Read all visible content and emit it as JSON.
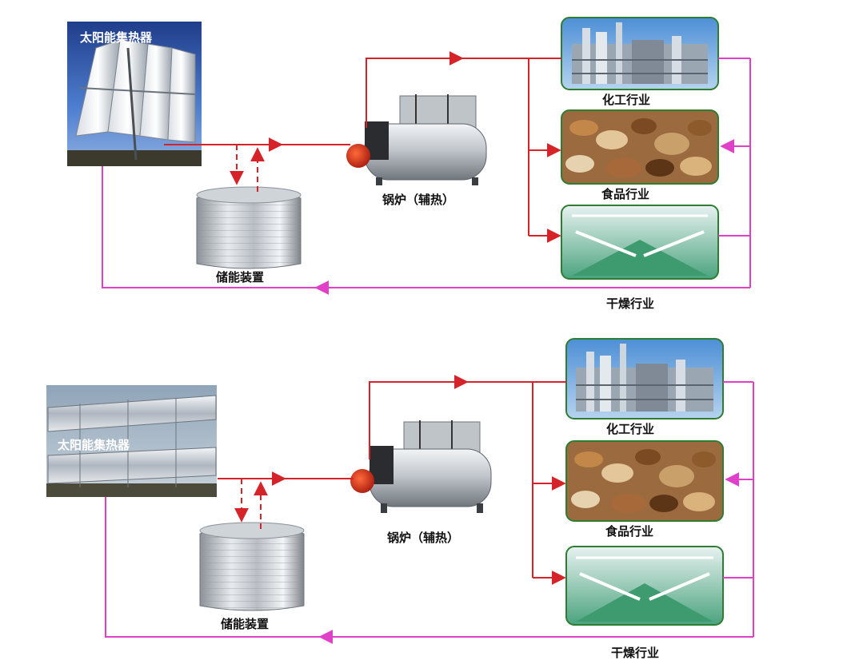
{
  "colors": {
    "supply_line": "#d6232a",
    "return_line": "#e040c8",
    "panel_border": "#2e7d32"
  },
  "diagrams": [
    {
      "collector_label": "太阳能集热器",
      "storage_label": "储能装置",
      "boiler_label": "锅炉（辅热）",
      "industries": [
        {
          "label": "化工行业",
          "icon": "chemical-plant-image"
        },
        {
          "label": "食品行业",
          "icon": "nuts-food-image"
        },
        {
          "label": "干燥行业",
          "icon": "drying-factory-image"
        }
      ]
    },
    {
      "collector_label": "太阳能集热器",
      "storage_label": "储能装置",
      "boiler_label": "锅炉（辅热）",
      "industries": [
        {
          "label": "化工行业",
          "icon": "chemical-plant-image"
        },
        {
          "label": "食品行业",
          "icon": "nuts-food-image"
        },
        {
          "label": "干燥行业",
          "icon": "drying-factory-image"
        }
      ]
    }
  ]
}
